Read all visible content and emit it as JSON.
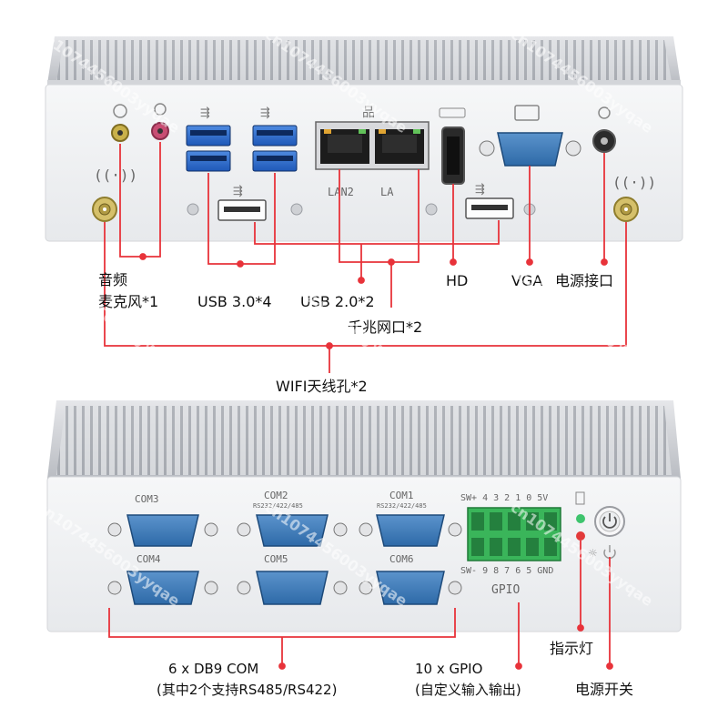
{
  "top": {
    "port_labels": {
      "lan2": "LAN2",
      "lan1": "LA"
    },
    "callouts": {
      "audio_line1": "音频",
      "audio_line2": "麦克风*1",
      "usb30": "USB 3.0*4",
      "usb20": "USB 2.0*2",
      "hd": "HD",
      "vga": "VGA",
      "power_jack": "电源接口",
      "gigabit_lan": "千兆网口*2",
      "wifi": "WIFI天线孔*2"
    }
  },
  "bottom": {
    "port_labels": {
      "com1": "COM1",
      "com2": "COM2",
      "com3": "COM3",
      "com4": "COM4",
      "com5": "COM5",
      "com6": "COM6",
      "com1_sub": "RS232/422/485",
      "com2_sub": "RS232/422/485",
      "gpio_top": "SW+ 4 3 2 1 0 5V",
      "gpio_bottom": "SW- 9 8 7 6 5 GND",
      "gpio_title": "GPIO"
    },
    "callouts": {
      "com_line1": "6 x DB9 COM",
      "com_line2": "(其中2个支持RS485/RS422)",
      "gpio_line1": "10 x GPIO",
      "gpio_line2": "(自定义输入输出)",
      "indicator": "指示灯",
      "power_switch": "电源开关"
    }
  },
  "watermark": "cn1074456003yyqae",
  "colors": {
    "chassis": "#f1f2f4",
    "usb3_blue": "#2f6fcf",
    "db9_blue": "#3a78b8",
    "gpio_green": "#3ab55a",
    "callout_red": "#e8333a",
    "led_green": "#3ec46d",
    "led_red": "#e23a3a"
  }
}
